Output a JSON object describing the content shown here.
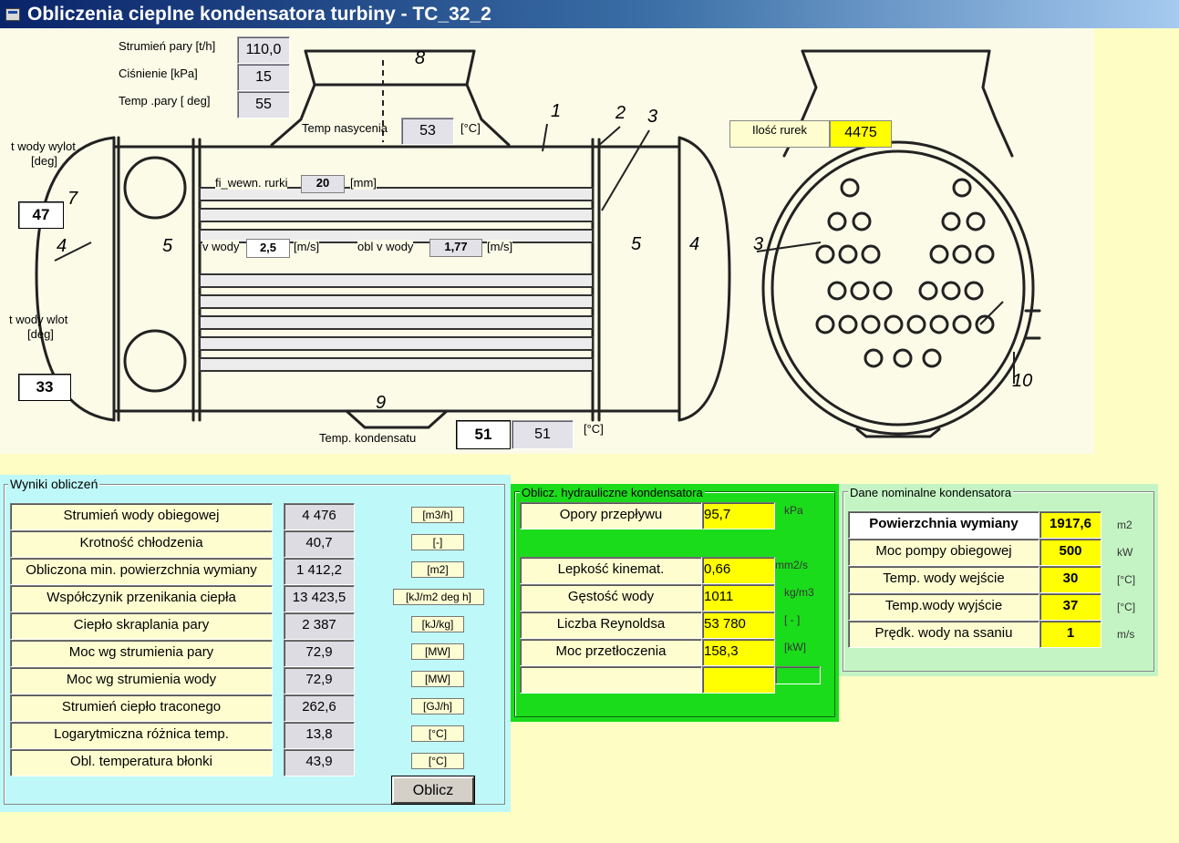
{
  "window": {
    "title": "Obliczenia cieplne kondensatora turbiny  - TC_32_2",
    "icon": "app-window-icon"
  },
  "drawing": {
    "numbers": {
      "n8": "8",
      "n1": "1",
      "n2": "2",
      "n3": "3",
      "n7": "7",
      "n4": "4",
      "n5": "5",
      "n9": "9",
      "n10": "10"
    },
    "steam_flow_label": "Strumień pary  [t/h]",
    "steam_flow_value": "110,0",
    "pressure_label": "Ciśnienie      [kPa]",
    "pressure_value": "15",
    "temp_steam_label": "Temp .pary     [ deg]",
    "temp_steam_value": "55",
    "temp_sat_label": "Temp nasycenia",
    "temp_sat_value": "53",
    "temp_sat_unit": "[°C]",
    "tube_count_label": "Ilość rurek",
    "tube_count_value": "4475",
    "water_out_label_1": "t wody wylot",
    "water_out_label_2": "[deg]",
    "water_out_value": "47",
    "water_in_label_1": "t wody wlot",
    "water_in_label_2": "[deg]",
    "water_in_value": "33",
    "fi_label": "fi_wewn. rurki",
    "fi_value": "20",
    "fi_unit": "[mm]",
    "v_water_label": "v wody",
    "v_water_value": "2,5",
    "v_water_unit": "[m/s]",
    "obl_v_label": "obl v wody",
    "obl_v_value": "1,77",
    "obl_v_unit": "[m/s]",
    "condensate_label": "Temp. kondensatu",
    "condensate_value_1": "51",
    "condensate_value_2": "51",
    "condensate_unit": "[°C]"
  },
  "wyniki": {
    "title": "Wyniki obliczeń",
    "rows": [
      {
        "label": "Strumień wody obiegowej",
        "value": "4 476",
        "unit": "[m3/h]"
      },
      {
        "label": "Krotność chłodzenia",
        "value": "40,7",
        "unit": "[-]"
      },
      {
        "label": "Obliczona min. powierzchnia  wymiany",
        "value": "1 412,2",
        "unit": "[m2]"
      },
      {
        "label": "Współczynik  przenikania ciepła",
        "value": "13 423,5",
        "unit": "[kJ/m2 deg h]"
      },
      {
        "label": "Ciepło skraplania pary",
        "value": "2 387",
        "unit": "[kJ/kg]"
      },
      {
        "label": "Moc wg strumienia   pary",
        "value": "72,9",
        "unit": "[MW]"
      },
      {
        "label": "Moc wg strumienia   wody",
        "value": "72,9",
        "unit": "[MW]"
      },
      {
        "label": "Strumień ciepło  traconego",
        "value": "262,6",
        "unit": "[GJ/h]"
      },
      {
        "label": "Logarytmiczna różnica temp.",
        "value": "13,8",
        "unit": "[°C]"
      },
      {
        "label": "Obl. temperatura błonki",
        "value": "43,9",
        "unit": "[°C]"
      }
    ],
    "button": "Oblicz"
  },
  "hydro": {
    "title": "Oblicz. hydrauliczne kondensatora",
    "rows": [
      {
        "label": "Opory przepływu",
        "value": "95,7",
        "unit": "kPa"
      },
      {
        "label": "Lepkość kinemat.",
        "value": "0,66",
        "unit": "mm2/s"
      },
      {
        "label": "Gęstość wody",
        "value": "1011",
        "unit": "kg/m3"
      },
      {
        "label": "Liczba Reynoldsa",
        "value": "53 780",
        "unit": "[ - ]"
      },
      {
        "label": "Moc przetłoczenia",
        "value": "158,3",
        "unit": "[kW]"
      },
      {
        "label": "",
        "value": "",
        "unit": ""
      }
    ]
  },
  "dane": {
    "title": "Dane nominalne kondensatora",
    "rows": [
      {
        "label": "Powierzchnia wymiany",
        "value": "1917,6",
        "unit": "m2"
      },
      {
        "label": "Moc pompy obiegowej",
        "value": "500",
        "unit": "kW"
      },
      {
        "label": "Temp. wody wejście",
        "value": "30",
        "unit": "[°C]"
      },
      {
        "label": "Temp.wody wyjście",
        "value": "37",
        "unit": "[°C]"
      },
      {
        "label": "Prędk. wody na ssaniu",
        "value": "1",
        "unit": "m/s"
      }
    ]
  },
  "colors": {
    "title_bar_start": "#0a246a",
    "title_bar_end": "#a6caf0",
    "background": "#fdfdc4",
    "wyniki_panel": "#bff8f8",
    "hydro_panel": "#1bdc1b",
    "dane_panel": "#c4f4c4",
    "highlight_value": "#ffff00"
  }
}
